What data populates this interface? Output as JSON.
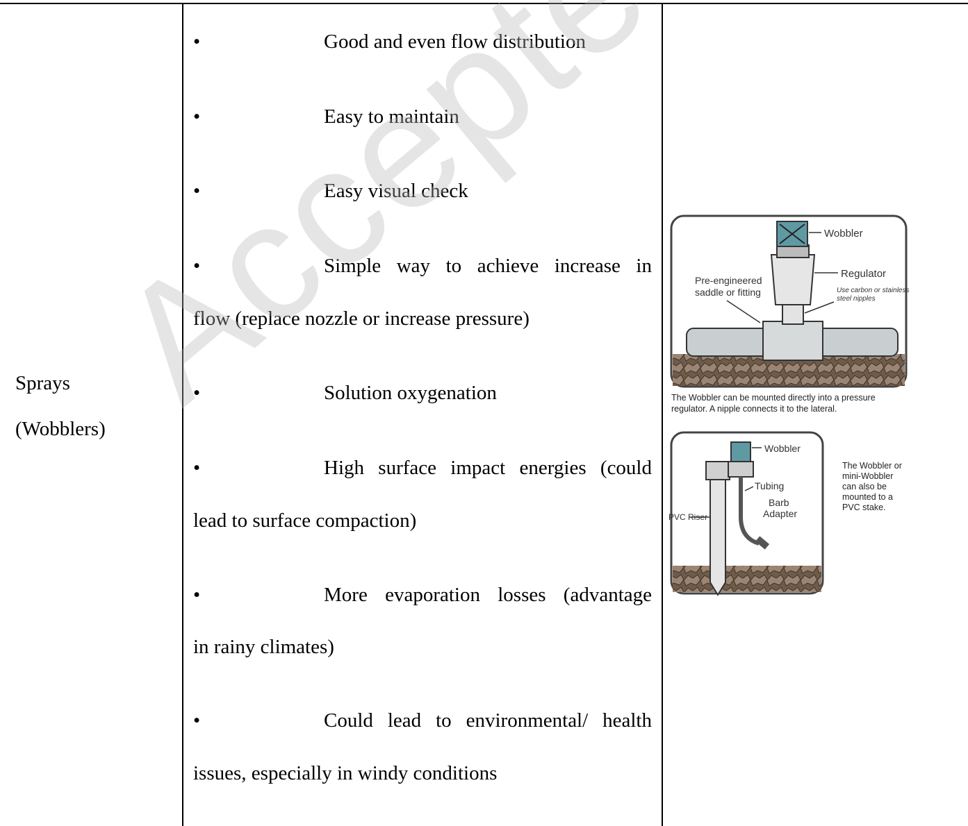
{
  "row_label": [
    "Sprays",
    "(Wobblers)"
  ],
  "bullets": [
    {
      "first": "Good and even flow distribution",
      "cont": ""
    },
    {
      "first": "Easy to maintain",
      "cont": ""
    },
    {
      "first": "Easy visual check",
      "cont": ""
    },
    {
      "first": "Simple way to achieve increase in",
      "cont": "flow (replace nozzle or increase pressure)"
    },
    {
      "first": "Solution oxygenation",
      "cont": ""
    },
    {
      "first": "High surface impact energies (could",
      "cont": "lead to surface compaction)"
    },
    {
      "first": "More evaporation losses (advantage",
      "cont": "in rainy climates)"
    },
    {
      "first": "Could lead to environmental/ health",
      "cont": "issues, especially in windy conditions"
    }
  ],
  "bullet_symbol": "•",
  "figure": {
    "top_labels": {
      "wobbler": "Wobbler",
      "regulator": "Regulator",
      "saddle_1": "Pre-engineered",
      "saddle_2": "saddle or fitting",
      "nipples_1": "Use carbon or stainless",
      "nipples_2": "steel nipples"
    },
    "top_caption_1": "The Wobbler can be mounted directly into a pressure",
    "top_caption_2": "regulator. A nipple connects it to the lateral.",
    "bottom_labels": {
      "wobbler": "Wobbler",
      "tubing": "Tubing",
      "barb_1": "Barb",
      "barb_2": "Adapter",
      "riser": "PVC Riser"
    },
    "side_caption": [
      "The Wobbler or",
      "mini-Wobbler",
      "can also be",
      "mounted to a",
      "PVC stake."
    ]
  },
  "watermark": "Accepted Manuscript"
}
